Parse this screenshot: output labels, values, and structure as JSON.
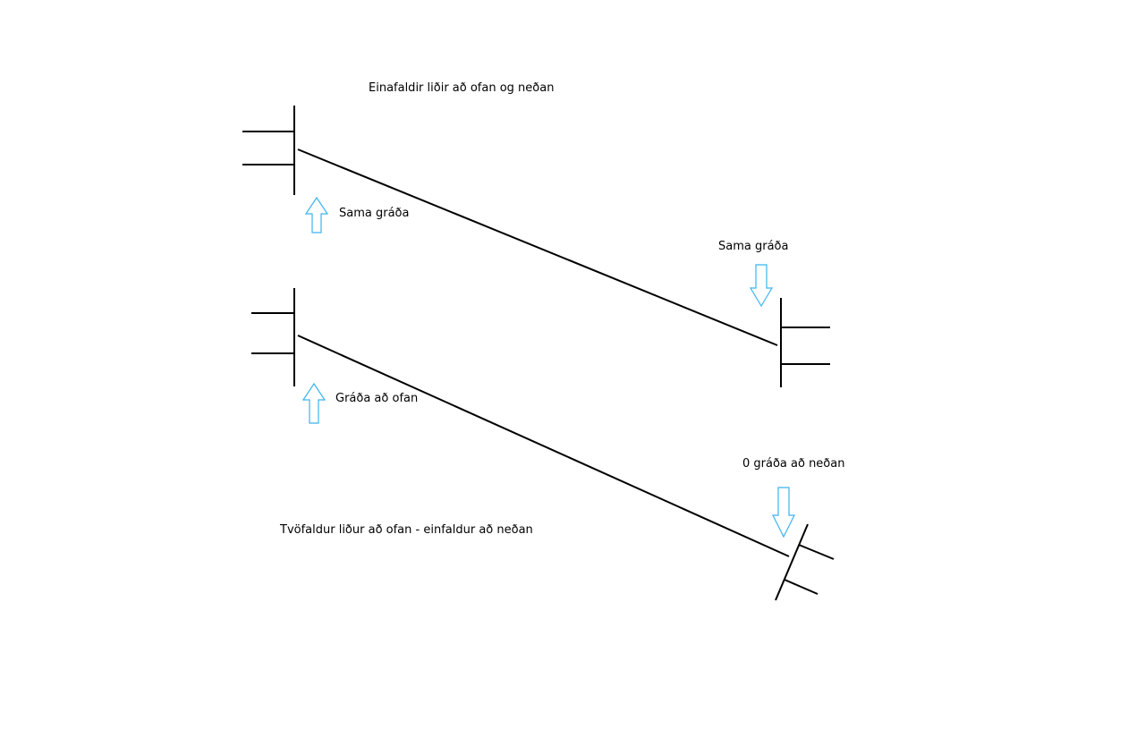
{
  "labels": {
    "title_top": "Einafaldir liðir að ofan og neðan",
    "sama_grada_left": "Sama gráða",
    "sama_grada_right": "Sama gráða",
    "grada_ad_ofan": "Gráða að ofan",
    "zero_grada_ad_nedan": "0 gráða að neðan",
    "title_bottom": "Tvöfaldur liður að ofan - einfaldur að neðan"
  },
  "colors": {
    "line": "#000000",
    "arrow_outline": "#3ab4f0",
    "background": "#ffffff"
  },
  "arrows": [
    {
      "name": "up-arrow-top-left",
      "direction": "up"
    },
    {
      "name": "down-arrow-top-right",
      "direction": "down"
    },
    {
      "name": "up-arrow-bottom-left",
      "direction": "up"
    },
    {
      "name": "down-arrow-bottom-right",
      "direction": "down"
    }
  ]
}
